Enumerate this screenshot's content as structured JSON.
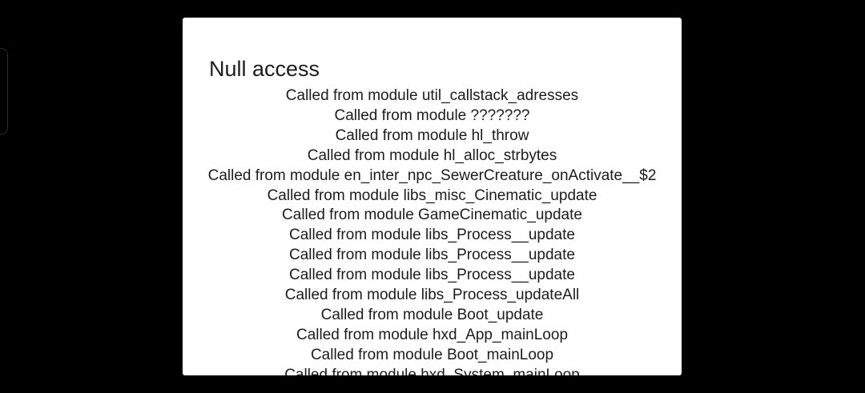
{
  "dialog": {
    "title": "Null access",
    "lines": [
      "Called from module util_callstack_adresses",
      "Called from module ???????",
      "Called from module hl_throw",
      "Called from module hl_alloc_strbytes",
      "Called from module en_inter_npc_SewerCreature_onActivate__$2",
      "Called from module libs_misc_Cinematic_update",
      "Called from module GameCinematic_update",
      "Called from module libs_Process__update",
      "Called from module libs_Process__update",
      "Called from module libs_Process__update",
      "Called from module libs_Process_updateAll",
      "Called from module Boot_update",
      "Called from module hxd_App_mainLoop",
      "Called from module Boot_mainLoop",
      "Called from module hxd_System_mainLoop"
    ]
  },
  "colors": {
    "background": "#000000",
    "dialog": "#ffffff",
    "text": "#1c1c1c"
  }
}
